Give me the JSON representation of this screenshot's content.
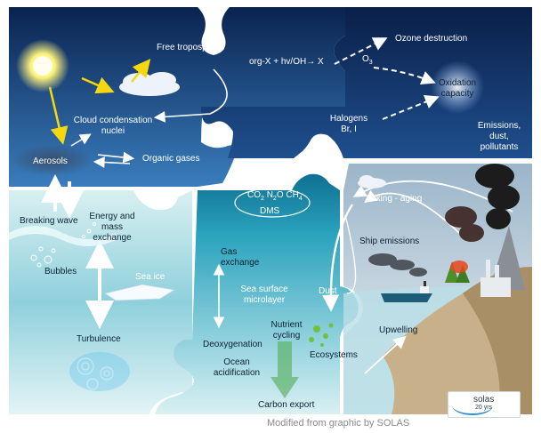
{
  "labels": {
    "free_troposphere": "Free troposphere",
    "ccn_line1": "Cloud condensation",
    "ccn_line2": "nuclei",
    "aerosols": "Aerosols",
    "organic_gases": "Organic gases",
    "reaction": "org-X + hv/OH→ X",
    "o3": "O",
    "o3_sub": "3",
    "ozone_destruction": "Ozone destruction",
    "oxidation_line1": "Oxidation",
    "oxidation_line2": "capacity",
    "halogens_line1": "Halogens",
    "halogens_line2": "Br, I",
    "emissions_line1": "Emissions,",
    "emissions_line2": "dust,",
    "emissions_line3": "pollutants",
    "breaking_wave": "Breaking wave",
    "energy_line1": "Energy and",
    "energy_line2": "mass",
    "energy_line3": "exchange",
    "bubbles": "Bubbles",
    "sea_ice": "Sea ice",
    "turbulence": "Turbulence",
    "co2": "CO",
    "co2_sub": "2",
    "n2o": "N",
    "n2o_sub": "2",
    "n2o_o": "O",
    "ch4": "CH",
    "ch4_sub": "4",
    "dms": "DMS",
    "gas_line1": "Gas",
    "gas_line2": "exchange",
    "sea_surface_line1": "Sea surface",
    "sea_surface_line2": "microlayer",
    "deoxygenation": "Deoxygenation",
    "ocean_line1": "Ocean",
    "ocean_line2": "acidification",
    "nutrient_line1": "Nutrient",
    "nutrient_line2": "cycling",
    "ecosystems": "Ecosystems",
    "carbon_export": "Carbon export",
    "dust": "Dust",
    "mixing_aging": "Mixing - aging",
    "ship_emissions": "Ship emissions",
    "upwelling": "Upwelling"
  },
  "logo": {
    "name": "solas",
    "tagline": "20 yrs"
  },
  "credit": "Modified from graphic by SOLAS",
  "colors": {
    "sky_dark": "#0d2a5c",
    "sky_light": "#2f6fb0",
    "ocean_light": "#bfe6ec",
    "ocean_deep": "#3aa9c1",
    "land": "#c7b08a",
    "arrow_yellow": "#f5d80f"
  }
}
